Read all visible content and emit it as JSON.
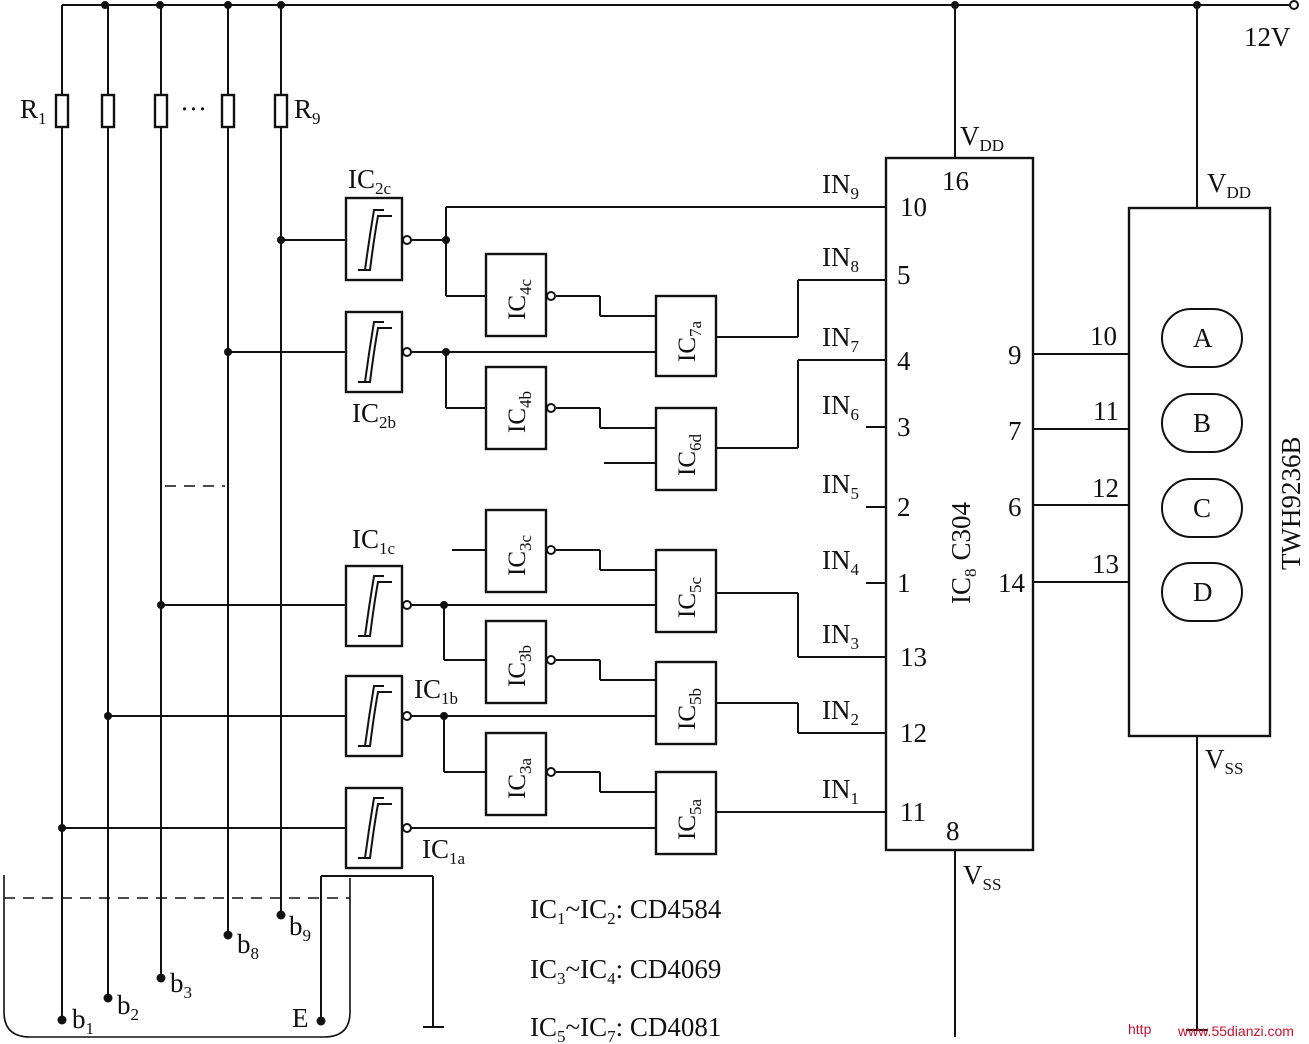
{
  "supply": {
    "label": "12V"
  },
  "resistors": {
    "first": "R",
    "first_sub": "1",
    "last": "R",
    "last_sub": "9",
    "ellipsis": "···"
  },
  "electrodes": [
    {
      "base": "b",
      "sub": "1"
    },
    {
      "base": "b",
      "sub": "2"
    },
    {
      "base": "b",
      "sub": "3"
    },
    {
      "base": "b",
      "sub": "8"
    },
    {
      "base": "b",
      "sub": "9"
    }
  ],
  "common_electrode": "E",
  "schmitt": [
    {
      "base": "IC",
      "sub": "2c"
    },
    {
      "base": "IC",
      "sub": "2b"
    },
    {
      "base": "IC",
      "sub": "1c"
    },
    {
      "base": "IC",
      "sub": "1b"
    },
    {
      "base": "IC",
      "sub": "1a"
    }
  ],
  "inverters": [
    {
      "base": "IC",
      "sub": "4c"
    },
    {
      "base": "IC",
      "sub": "4b"
    },
    {
      "base": "IC",
      "sub": "3c"
    },
    {
      "base": "IC",
      "sub": "3b"
    },
    {
      "base": "IC",
      "sub": "3a"
    }
  ],
  "and_gates": [
    {
      "base": "IC",
      "sub": "7a"
    },
    {
      "base": "IC",
      "sub": "6d"
    },
    {
      "base": "IC",
      "sub": "5c"
    },
    {
      "base": "IC",
      "sub": "5b"
    },
    {
      "base": "IC",
      "sub": "5a"
    }
  ],
  "encoder": {
    "name_base": "IC",
    "name_sub": "8",
    "name_part": "C304",
    "vdd": "V",
    "vdd_sub": "DD",
    "vss": "V",
    "vss_sub": "SS",
    "vdd_pin": "16",
    "vss_pin": "8",
    "inputs": [
      {
        "base": "IN",
        "sub": "9",
        "pin": "10"
      },
      {
        "base": "IN",
        "sub": "8",
        "pin": "5"
      },
      {
        "base": "IN",
        "sub": "7",
        "pin": "4"
      },
      {
        "base": "IN",
        "sub": "6",
        "pin": "3"
      },
      {
        "base": "IN",
        "sub": "5",
        "pin": "2"
      },
      {
        "base": "IN",
        "sub": "4",
        "pin": "1"
      },
      {
        "base": "IN",
        "sub": "3",
        "pin": "13"
      },
      {
        "base": "IN",
        "sub": "2",
        "pin": "12"
      },
      {
        "base": "IN",
        "sub": "1",
        "pin": "11"
      }
    ],
    "outputs": [
      "9",
      "7",
      "6",
      "14"
    ]
  },
  "display": {
    "name": "TWH9236B",
    "vdd": "V",
    "vdd_sub": "DD",
    "vss": "V",
    "vss_sub": "SS",
    "pins": [
      "10",
      "11",
      "12",
      "13"
    ],
    "segments": [
      "A",
      "B",
      "C",
      "D"
    ]
  },
  "notes": [
    {
      "a": "IC",
      "as": "1",
      "sep": "~",
      "b": "IC",
      "bs": "2",
      "part": ": CD4584"
    },
    {
      "a": "IC",
      "as": "3",
      "sep": "~",
      "b": "IC",
      "bs": "4",
      "part": ": CD4069"
    },
    {
      "a": "IC",
      "as": "5",
      "sep": "~",
      "b": "IC",
      "bs": "7",
      "part": ": CD4081"
    }
  ],
  "watermark": {
    "prefix": "http",
    "site": "www.55dianzi.com"
  }
}
